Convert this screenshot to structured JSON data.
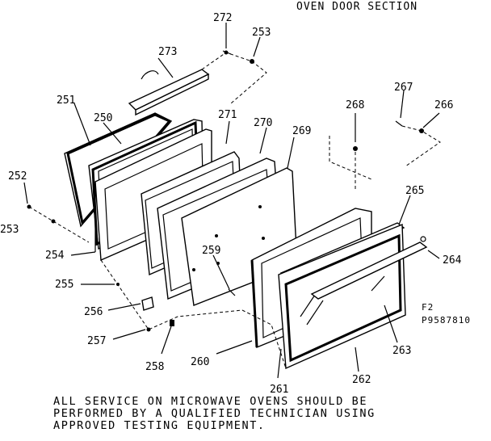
{
  "title": "OVEN DOOR SECTION",
  "part_labels": {
    "p251": "251",
    "p250": "250",
    "p252": "252",
    "p253a": "253",
    "p253b": "253",
    "p254": "254",
    "p255": "255",
    "p256": "256",
    "p257": "257",
    "p258": "258",
    "p259": "259",
    "p260": "260",
    "p261": "261",
    "p262": "262",
    "p263": "263",
    "p264": "264",
    "p265": "265",
    "p266": "266",
    "p267": "267",
    "p268": "268",
    "p269": "269",
    "p270": "270",
    "p271": "271",
    "p272": "272",
    "p273": "273"
  },
  "figure_code_line1": "F2",
  "figure_code_line2": "P9587810",
  "service_note": [
    "ALL SERVICE ON MICROWAVE OVENS SHOULD BE",
    "PERFORMED BY A QUALIFIED TECHNICIAN USING",
    "APPROVED TESTING EQUIPMENT."
  ]
}
